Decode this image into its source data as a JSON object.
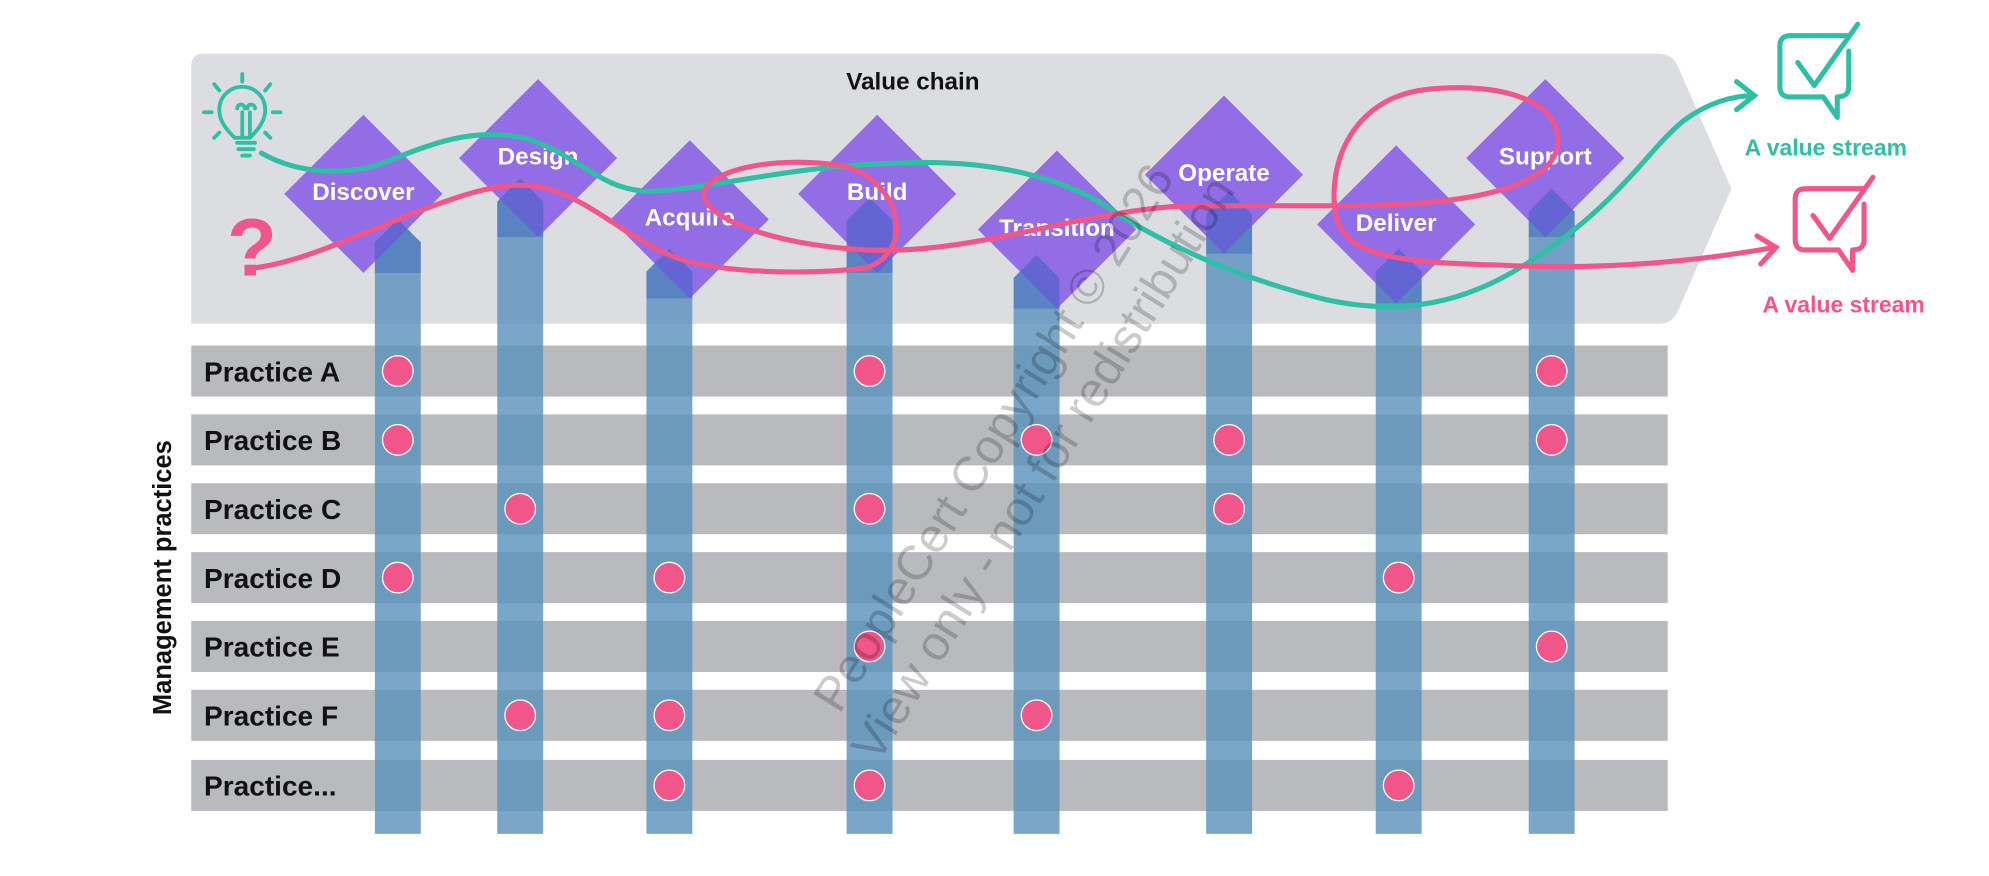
{
  "title": "Value chain",
  "side_label": "Management practices",
  "stages": [
    "Discover",
    "Design",
    "Acquire",
    "Build",
    "Transition",
    "Operate",
    "Deliver",
    "Support"
  ],
  "practices": [
    {
      "label": "Practice A",
      "stages": [
        "Discover",
        "Build",
        "Support"
      ]
    },
    {
      "label": "Practice B",
      "stages": [
        "Discover",
        "Transition",
        "Operate",
        "Support"
      ]
    },
    {
      "label": "Practice C",
      "stages": [
        "Design",
        "Build",
        "Operate"
      ]
    },
    {
      "label": "Practice D",
      "stages": [
        "Discover",
        "Acquire",
        "Deliver"
      ]
    },
    {
      "label": "Practice E",
      "stages": [
        "Build",
        "Support"
      ]
    },
    {
      "label": "Practice F",
      "stages": [
        "Design",
        "Acquire",
        "Transition"
      ]
    },
    {
      "label": "Practice...",
      "stages": [
        "Acquire",
        "Build",
        "Deliver"
      ]
    }
  ],
  "streams": [
    {
      "label": "A value stream",
      "color": "#2ebfa5",
      "start_icon": "lightbulb-icon",
      "end_icon": "check-bubble-icon"
    },
    {
      "label": "A value stream",
      "color": "#f0568a",
      "start_icon": "question-mark-icon",
      "end_icon": "check-bubble-icon"
    }
  ],
  "watermark": {
    "line1": "PeopleCert Copyright © 2026",
    "line2": "View only - not for redistribution"
  },
  "colors": {
    "panel": "#dcdde0",
    "row": "#b9babe",
    "diamond": "#8b63e6",
    "column": "#5b93bd",
    "dot": "#f0568a",
    "teal": "#2ebfa5",
    "pink": "#f0568a"
  }
}
